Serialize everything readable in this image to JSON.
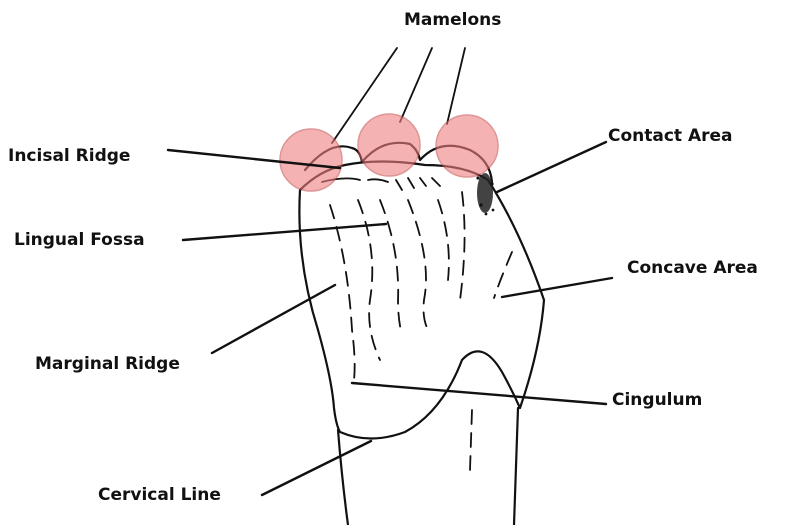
{
  "diagram": {
    "labels": {
      "mamelons": "Mamelons",
      "incisal_ridge": "Incisal Ridge",
      "contact_area": "Contact Area",
      "lingual_fossa": "Lingual Fossa",
      "concave_area": "Concave Area",
      "marginal_ridge": "Marginal Ridge",
      "cingulum": "Cingulum",
      "cervical_line": "Cervical Line"
    },
    "highlight_color": "#f08080",
    "line_color": "#111111"
  }
}
